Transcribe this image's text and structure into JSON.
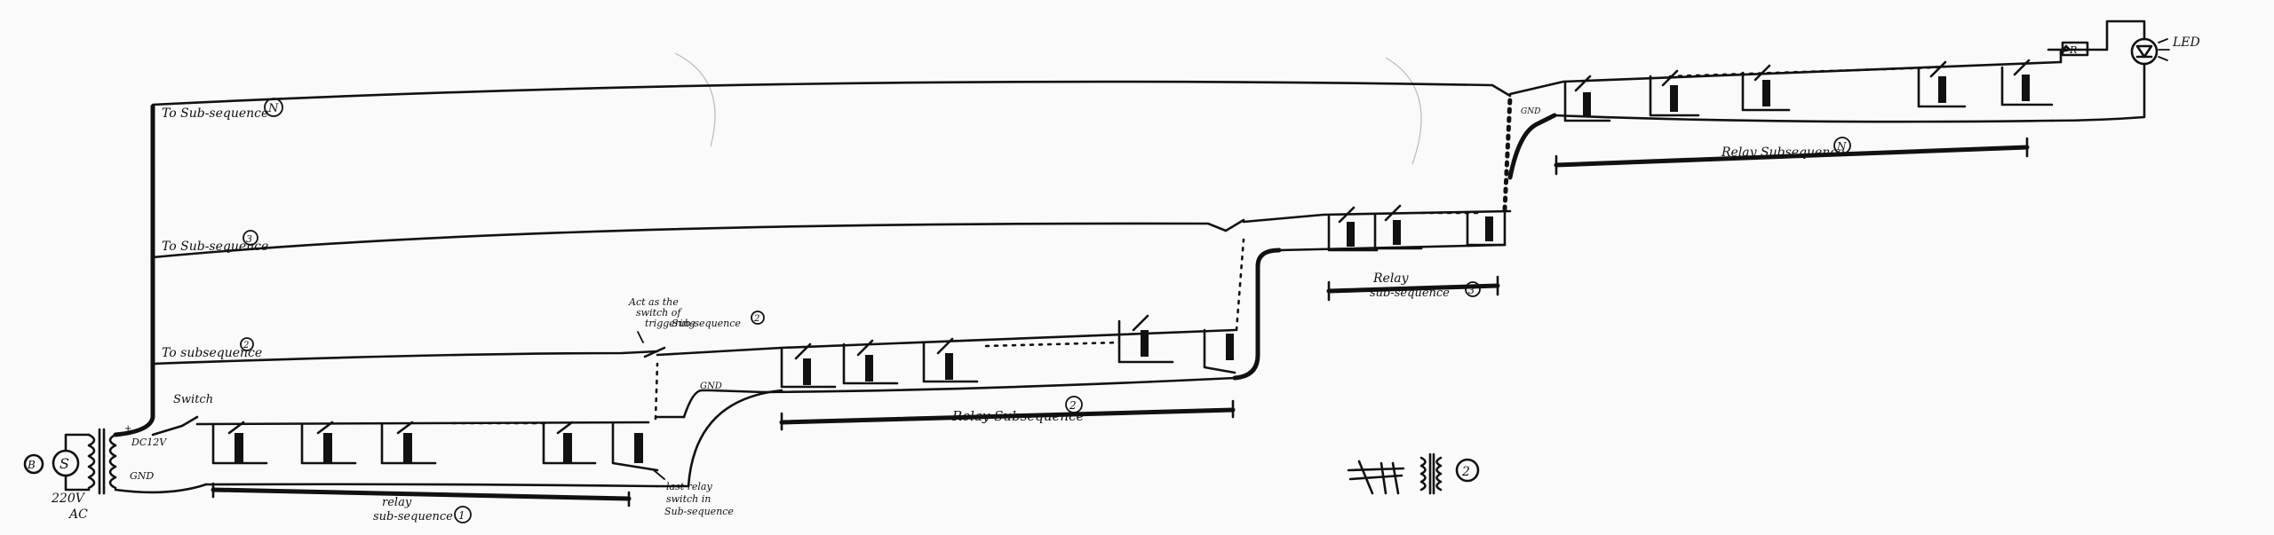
{
  "source": {
    "symbol": "S",
    "voltage_label": "220V",
    "voltage_label2": "AC",
    "dc_label": "DC12V",
    "gnd_label": "GND"
  },
  "switch_label": "Switch",
  "feeds": {
    "to_seq_n": "To Sub-sequence",
    "to_seq_n_num": "N",
    "to_seq_3": "To Sub-sequence",
    "to_seq_3_num": "3",
    "to_seq_2": "To subsequence",
    "to_seq_2_num": "2"
  },
  "annotations": {
    "trigger_line1": "Act as the",
    "trigger_line2": "switch of",
    "trigger_line3": "triggering",
    "trigger_line4": "Sub-sequence",
    "trigger_num": "2",
    "last_line1": "last relay",
    "last_line2": "switch in",
    "last_line3": "Sub-sequence",
    "gnd_mid": "GND",
    "gnd_top": "GND"
  },
  "sections": {
    "seq1_line1": "relay",
    "seq1_line2": "sub-sequence",
    "seq1_num": "1",
    "seq2_label": "Relay Subsequence",
    "seq2_num": "2",
    "seq3_line1": "Relay",
    "seq3_line2": "sub-sequence",
    "seq3_num": "3",
    "seqN_label": "Relay Subsequence",
    "seqN_num": "N"
  },
  "output": {
    "resistor": "R",
    "led_label": "LED"
  },
  "page_number": "2"
}
